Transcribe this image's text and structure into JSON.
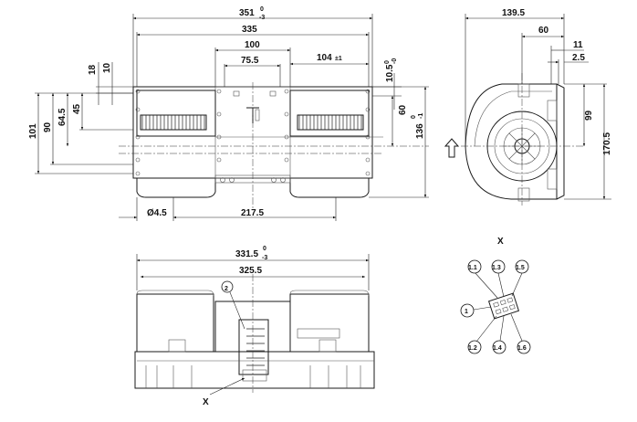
{
  "top_view": {
    "width_overall": "351",
    "width_overall_tol_upper": "0",
    "width_overall_tol_lower": "-3",
    "width_mount": "335",
    "width_center": "100",
    "width_inner": "75.5",
    "dim_104": "104",
    "dim_104_tol": "±1",
    "dim_10_5": "10.5",
    "dim_10_5_tol_upper": "0",
    "dim_10_5_tol_lower": "-0",
    "dim_18": "18",
    "dim_10": "10",
    "dim_101": "101",
    "dim_90": "90",
    "dim_64_5": "64.5",
    "dim_45": "45",
    "dim_60": "60",
    "dim_136": "136",
    "dim_136_tol_upper": "0",
    "dim_136_tol_lower": "-1",
    "hole_dia": "Ø4.5",
    "hole_pitch": "217.5"
  },
  "side_view": {
    "width_overall": "139.5",
    "dim_60": "60",
    "dim_11": "11",
    "dim_2_5": "2.5",
    "height_99": "99",
    "height_170_5": "170.5"
  },
  "front_view": {
    "width_overall": "331.5",
    "width_overall_tol_upper": "0",
    "width_overall_tol_lower": "-3",
    "width_inner": "325.5",
    "callout_2": "2",
    "view_label": "X"
  },
  "connector_view": {
    "title": "X",
    "pins": {
      "p1_1": "1.1",
      "p1_3": "1.3",
      "p1_5": "1.5",
      "p1": "1",
      "p1_2": "1.2",
      "p1_4": "1.4",
      "p1_6": "1.6"
    }
  }
}
